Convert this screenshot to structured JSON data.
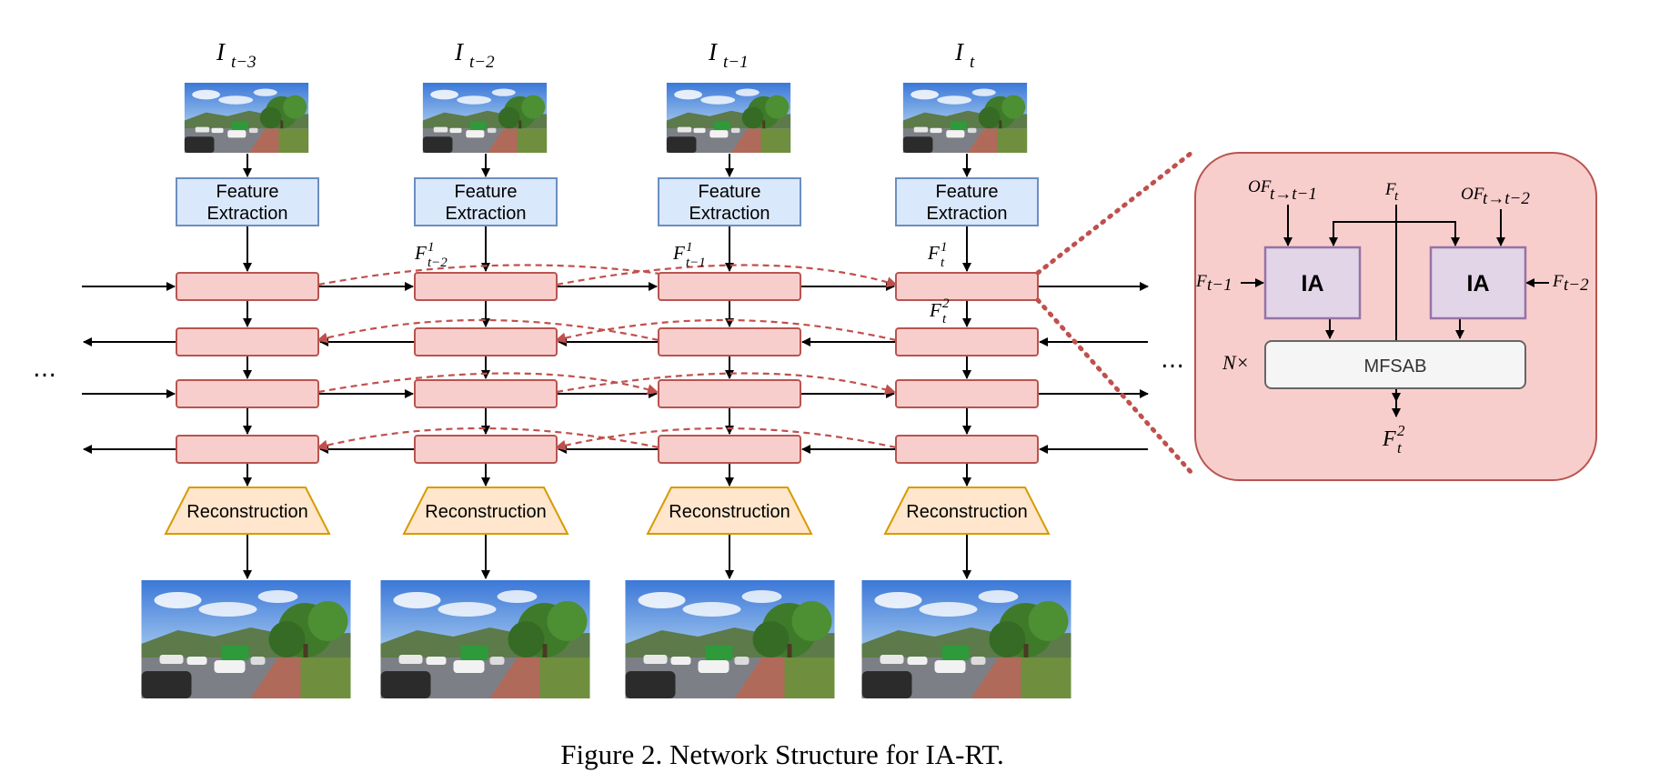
{
  "frames": [
    {
      "label": "I",
      "sub": "t−3"
    },
    {
      "label": "I",
      "sub": "t−2"
    },
    {
      "label": "I",
      "sub": "t−1"
    },
    {
      "label": "I",
      "sub": "t"
    }
  ],
  "feature_extraction": {
    "line1": "Feature",
    "line2": "Extraction"
  },
  "reconstruction": "Reconstruction",
  "features": {
    "f_t2_1": {
      "base": "F",
      "sup": "1",
      "sub": "t−2"
    },
    "f_t1_1": {
      "base": "F",
      "sup": "1",
      "sub": "t−1"
    },
    "f_t_1": {
      "base": "F",
      "sup": "1",
      "sub": "t"
    },
    "f_t_2": {
      "base": "F",
      "sup": "2",
      "sub": "t"
    }
  },
  "ellipsis": "…",
  "detail": {
    "of_left": {
      "base": "OF",
      "sub": "t→t−1"
    },
    "of_right": {
      "base": "OF",
      "sub": "t→t−2"
    },
    "f_top": {
      "base": "F",
      "sub": "t"
    },
    "f_left": {
      "base": "F",
      "sub": "t−1"
    },
    "f_right": {
      "base": "F",
      "sub": "t−2"
    },
    "ia_left": "IA",
    "ia_right": "IA",
    "n_times": "N×",
    "mfsab": "MFSAB",
    "f_out": {
      "base": "F",
      "sup": "2",
      "sub": "t"
    }
  },
  "caption": "Figure 2. Network Structure for IA-RT.",
  "colors": {
    "feature_fill": "#dae8fc",
    "feature_stroke": "#6c8ebf",
    "prop_fill": "#f8cecc",
    "prop_stroke": "#b85450",
    "recon_fill": "#ffe6cc",
    "recon_stroke": "#d79b00",
    "ia_fill": "#e1d5e7",
    "ia_stroke": "#9673a6",
    "mfsab_fill": "#f5f5f5",
    "mfsab_stroke": "#666666",
    "dashed": "#c0504d"
  }
}
